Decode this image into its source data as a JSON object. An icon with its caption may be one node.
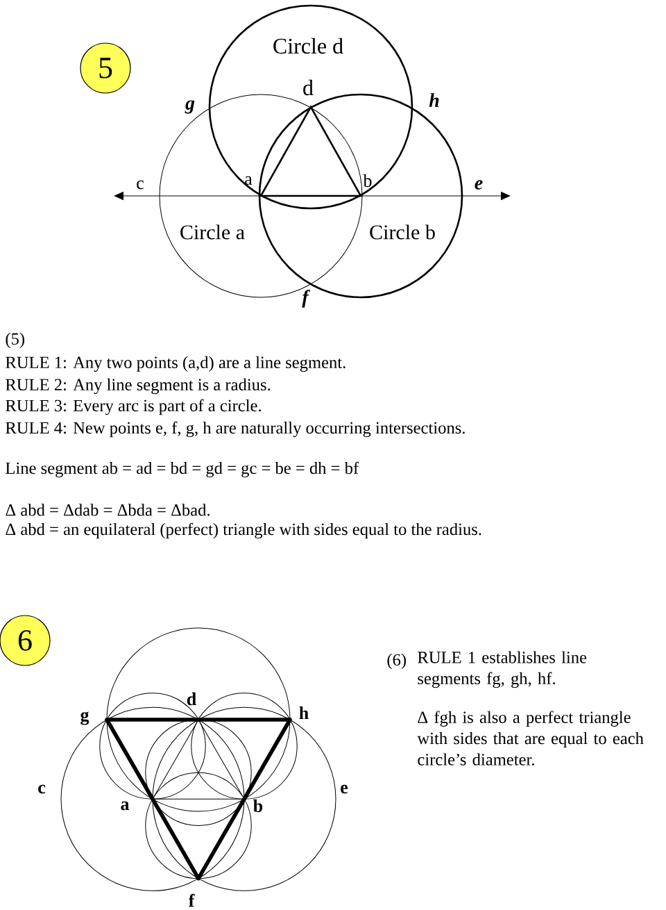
{
  "diagram": {
    "nodes": [
      {
        "text": [
          "5"
        ]
      },
      {
        "text": [
          "6"
        ]
      }
    ],
    "labels": [
      "Circle d",
      "d",
      "g",
      "h",
      "c",
      "a",
      "b",
      "e",
      "Circle a",
      "Circle b",
      "f",
      "(5)",
      "RULE 1: Any two points (a,d) are a line segment.",
      "RULE 2: Any line segment is a radius.",
      "RULE 3: Every arc is part of a circle.",
      "RULE 4: New points e, f, g, h are naturally occurring intersections.",
      "Line segment ab = ad = bd = gd = gc = be = dh = bf",
      "Δ abd = Δdab = Δbda = Δbad.",
      "Δ abd = an equilateral (perfect) triangle with sides equal to the radius.",
      "d",
      "g",
      "h",
      "c",
      "a",
      "b",
      "e",
      "f",
      "(6)",
      "RULE 1 establishes line segments fg, gh, hf.",
      "Δ fgh is also a perfect triangle with sides that are equal to each circle’s diameter."
    ]
  }
}
